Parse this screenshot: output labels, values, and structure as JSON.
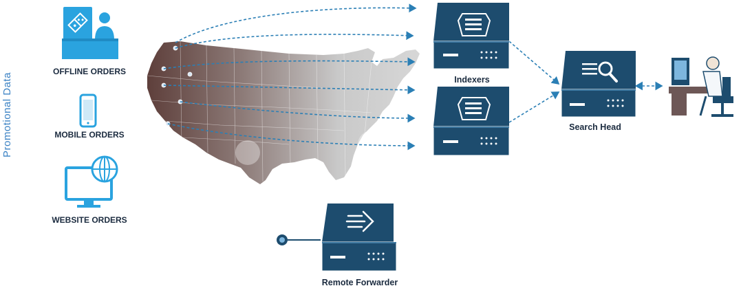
{
  "side_label": "Promotional Data",
  "sources": {
    "offline": "OFFLINE ORDERS",
    "mobile": "MOBILE ORDERS",
    "website": "WEBSITE ORDERS"
  },
  "nodes": {
    "indexers": "Indexers",
    "search_head": "Search Head",
    "remote_forwarder": "Remote Forwarder"
  },
  "colors": {
    "server_dark": "#1d4c6e",
    "server_mid": "#2a5f86",
    "source_blue": "#2aa3df",
    "arrow": "#2b7fb5",
    "map_left": "#6b4b44",
    "map_right": "#cfcfcf"
  }
}
